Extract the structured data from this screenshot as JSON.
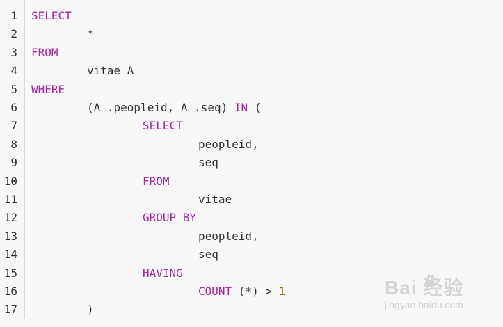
{
  "editor": {
    "lines": [
      {
        "n": "1",
        "indent": 0,
        "segments": [
          {
            "t": "SELECT",
            "k": "kw"
          }
        ]
      },
      {
        "n": "2",
        "indent": 1,
        "segments": [
          {
            "t": "*",
            "k": "plain"
          }
        ]
      },
      {
        "n": "3",
        "indent": 0,
        "segments": [
          {
            "t": "FROM",
            "k": "kw"
          }
        ]
      },
      {
        "n": "4",
        "indent": 1,
        "segments": [
          {
            "t": "vitae A",
            "k": "plain"
          }
        ]
      },
      {
        "n": "5",
        "indent": 0,
        "segments": [
          {
            "t": "WHERE",
            "k": "kw"
          }
        ]
      },
      {
        "n": "6",
        "indent": 1,
        "segments": [
          {
            "t": "(A .peopleid, A .seq) ",
            "k": "plain"
          },
          {
            "t": "IN",
            "k": "kw"
          },
          {
            "t": " (",
            "k": "plain"
          }
        ]
      },
      {
        "n": "7",
        "indent": 2,
        "segments": [
          {
            "t": "SELECT",
            "k": "kw"
          }
        ]
      },
      {
        "n": "8",
        "indent": 3,
        "segments": [
          {
            "t": "peopleid,",
            "k": "plain"
          }
        ]
      },
      {
        "n": "9",
        "indent": 3,
        "segments": [
          {
            "t": "seq",
            "k": "plain"
          }
        ]
      },
      {
        "n": "10",
        "indent": 2,
        "segments": [
          {
            "t": "FROM",
            "k": "kw"
          }
        ]
      },
      {
        "n": "11",
        "indent": 3,
        "segments": [
          {
            "t": "vitae",
            "k": "plain"
          }
        ]
      },
      {
        "n": "12",
        "indent": 2,
        "segments": [
          {
            "t": "GROUP BY",
            "k": "kw"
          }
        ]
      },
      {
        "n": "13",
        "indent": 3,
        "segments": [
          {
            "t": "peopleid,",
            "k": "plain"
          }
        ]
      },
      {
        "n": "14",
        "indent": 3,
        "segments": [
          {
            "t": "seq",
            "k": "plain"
          }
        ]
      },
      {
        "n": "15",
        "indent": 2,
        "segments": [
          {
            "t": "HAVING",
            "k": "kw"
          }
        ]
      },
      {
        "n": "16",
        "indent": 3,
        "segments": [
          {
            "t": "COUNT",
            "k": "kw"
          },
          {
            "t": " (*) > ",
            "k": "plain"
          },
          {
            "t": "1",
            "k": "num"
          }
        ]
      },
      {
        "n": "17",
        "indent": 1,
        "segments": [
          {
            "t": ")",
            "k": "plain"
          }
        ]
      }
    ]
  },
  "watermark": {
    "logo": "Bai  经验",
    "url": "jingyan.baidu.com"
  },
  "colors": {
    "keyword": "#a626a4",
    "number": "#986801",
    "text": "#333333",
    "background": "#f8f7f8"
  }
}
